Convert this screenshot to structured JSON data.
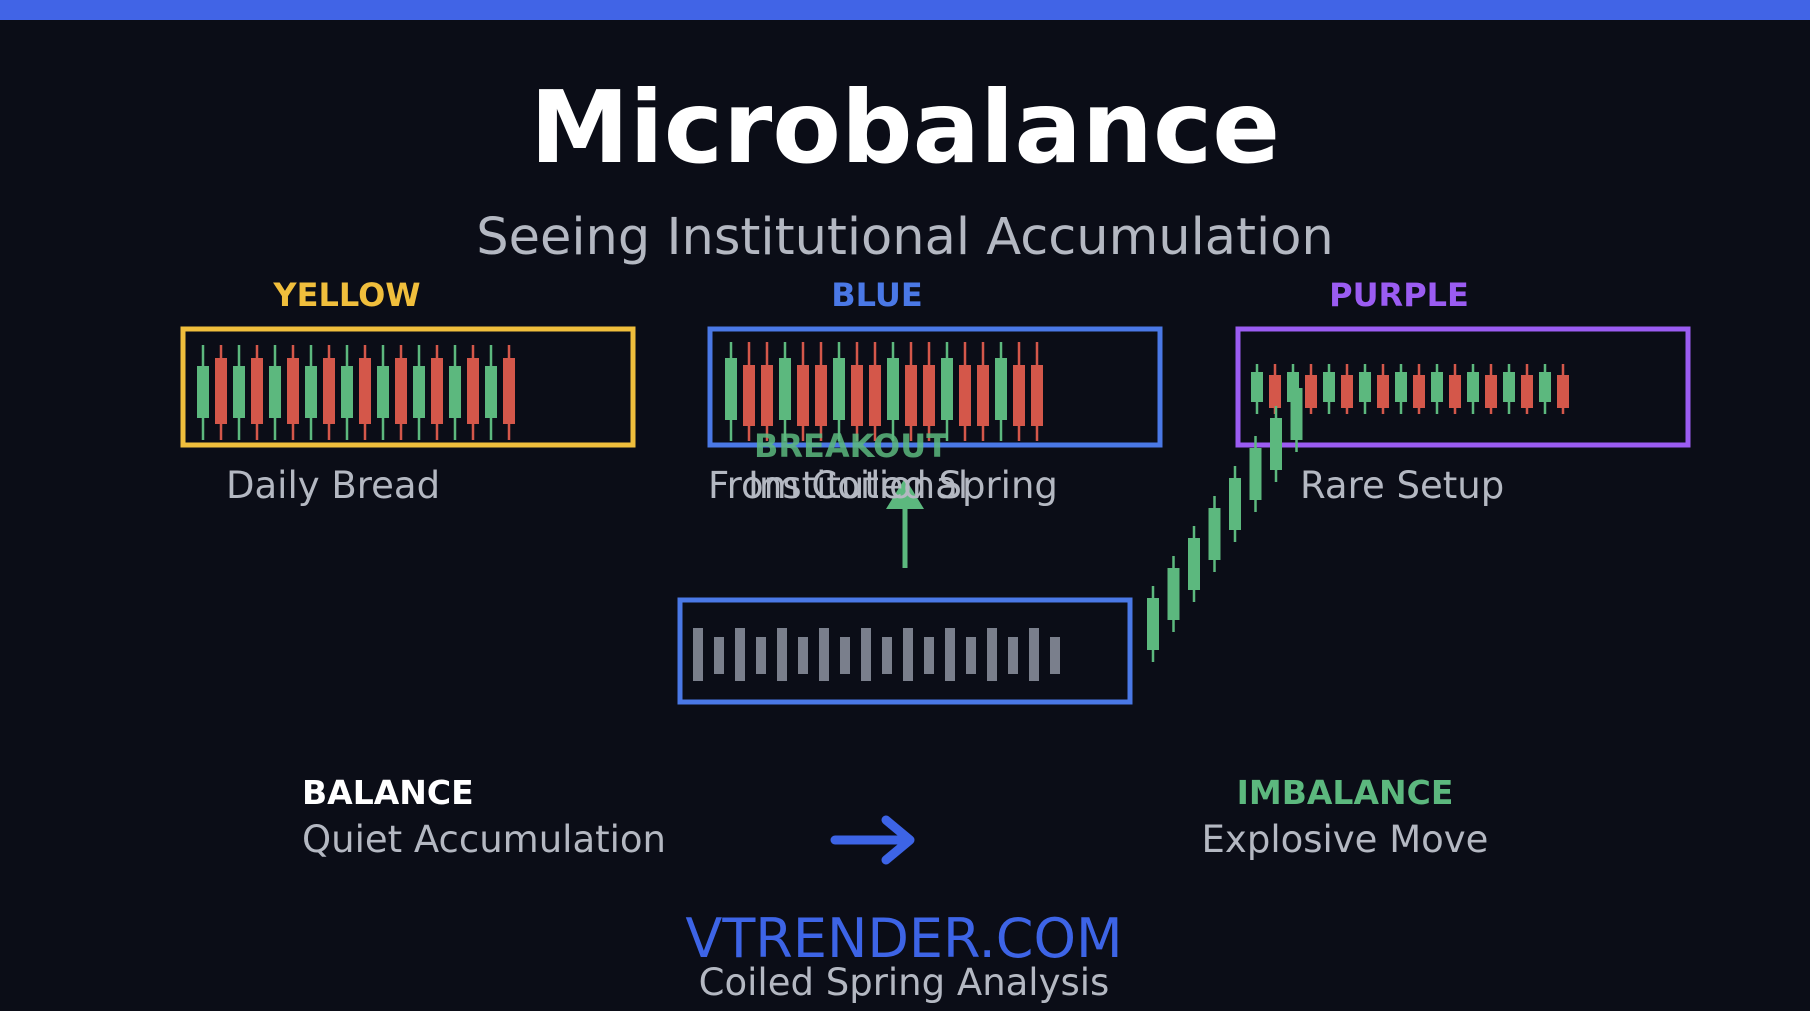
{
  "colors": {
    "background": "#0b0d17",
    "top_bar": "#4164e6",
    "title": "#ffffff",
    "muted_text": "#b4b8c2",
    "yellow": "#f0be3c",
    "blue": "#4a78e6",
    "purple": "#9b5cf2",
    "bull_candle": "#5cb87e",
    "bear_candle": "#d4574a",
    "neutral_candle": "#7a7f8c",
    "arrow": "#3d64e6",
    "balance_label": "#ffffff",
    "imbalance_label": "#5cb87e",
    "footer_site": "#3d64e6"
  },
  "title": "Microbalance",
  "subtitle": "Seeing Institutional Accumulation",
  "panels": [
    {
      "heading": "YELLOW",
      "caption": "Daily Bread"
    },
    {
      "heading": "BLUE",
      "caption": "From Coiled Spring",
      "caption_overlay": "Institutional"
    },
    {
      "heading": "PURPLE",
      "caption": "Rare Setup"
    }
  ],
  "breakout": {
    "label": "BREAKOUT",
    "icon": "arrow-up-icon"
  },
  "balance": {
    "title": "BALANCE",
    "caption": "Quiet Accumulation"
  },
  "transition_icon": "arrow-right-icon",
  "imbalance": {
    "title": "IMBALANCE",
    "caption": "Explosive Move"
  },
  "footer": {
    "site": "VTRENDER.COM",
    "tagline": "Coiled Spring Analysis"
  }
}
